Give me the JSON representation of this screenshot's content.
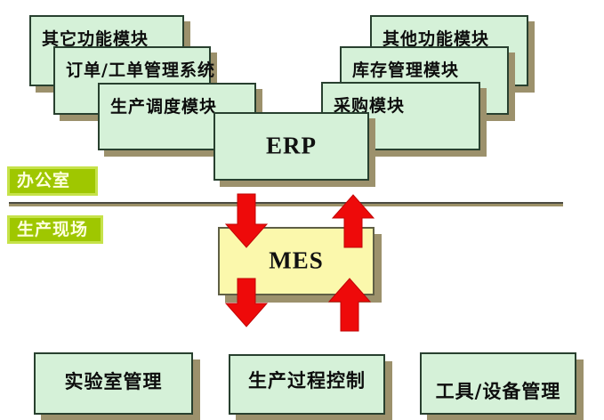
{
  "diagram": {
    "zones": {
      "office": "办公室",
      "production_field": "生产现场"
    },
    "erp": {
      "label": "ERP",
      "left_modules": [
        "其它功能模块",
        "订单/工单管理系统",
        "生产调度模块"
      ],
      "right_modules": [
        "其他功能模块",
        "库存管理模块",
        "采购模块"
      ]
    },
    "mes": {
      "label": "MES",
      "modules": [
        "实验室管理",
        "生产过程控制",
        "工具/设备管理"
      ]
    },
    "arrows": [
      {
        "name": "erp-to-mes-down-arrow",
        "direction": "down"
      },
      {
        "name": "mes-to-erp-up-arrow",
        "direction": "up"
      },
      {
        "name": "mes-to-shopfloor-down-arrow",
        "direction": "down"
      },
      {
        "name": "shopfloor-to-mes-up-arrow",
        "direction": "up"
      }
    ],
    "colors": {
      "module_fill": "#D5F1D8",
      "module_border": "#28402F",
      "box_shadow": "#9C916C",
      "mes_fill": "#FBF8AC",
      "arrow_red": "#EE0A0A",
      "zone_label_bg": "#9FC700",
      "zone_label_border": "#C6E24A",
      "zone_label_text": "#FEFFDE",
      "divider_dark": "#4B4B42",
      "divider_tan": "#9D9168"
    }
  }
}
